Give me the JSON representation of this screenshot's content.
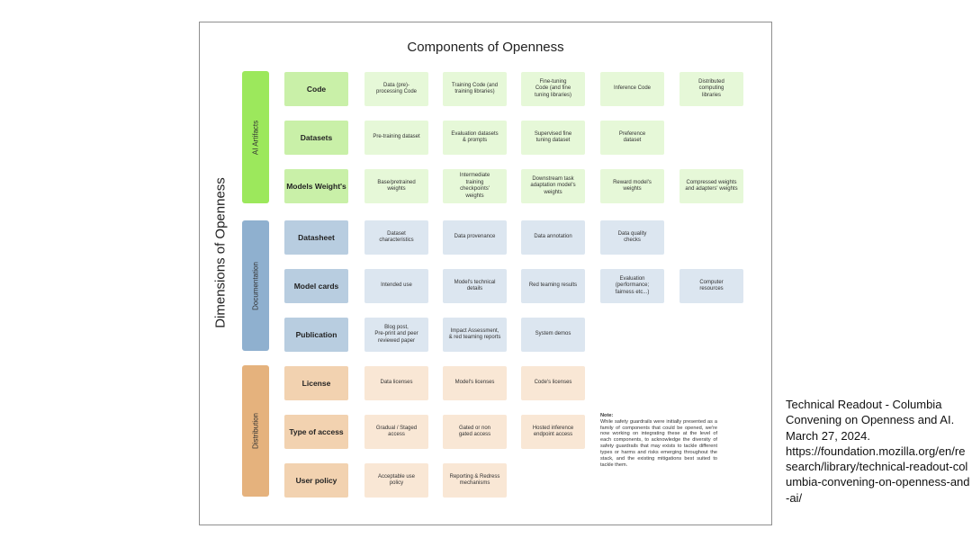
{
  "title": "Components of Openness",
  "y_axis_title": "Dimensions of Openness",
  "groups": [
    {
      "label": "AI Artifacts",
      "color": "#9ce85c",
      "rows": [
        {
          "category": "Code",
          "cells": [
            "Data (pre)-\nprocessing Code",
            "Training Code (and\ntraining libraries)",
            "Fine-tuning\nCode (and fine\ntuning libraries)",
            "Inference Code",
            "Distributed\ncomputing\nlibraries"
          ]
        },
        {
          "category": "Datasets",
          "cells": [
            "Pre-training dataset",
            "Evaluation datasets\n& prompts",
            "Supervised fine\ntuning dataset",
            "Preference\ndataset",
            ""
          ]
        },
        {
          "category": "Models Weight's",
          "cells": [
            "Base/pretrained\nweights",
            "Intermediate\ntraining\ncheckpoints'\nweights",
            "Downstream task\nadaptation model's\nweights",
            "Reward model's\nweights",
            "Compressed weights\nand adapters' weights"
          ]
        }
      ]
    },
    {
      "label": "Documentation",
      "color": "#8fb0cf",
      "rows": [
        {
          "category": "Datasheet",
          "cells": [
            "Dataset\ncharacteristics",
            "Data provenance",
            "Data annotation",
            "Data quality\nchecks",
            ""
          ]
        },
        {
          "category": "Model cards",
          "cells": [
            "Intended use",
            "Model's technical\ndetails",
            "Red teaming results",
            "Evaluation\n(performance;\nfairness etc...)",
            "Computer\nresources"
          ]
        },
        {
          "category": "Publication",
          "cells": [
            "Blog post,\nPre-print and peer\nreviewed paper",
            "Impact Assessment,\n& red teaming reports",
            "System demos",
            "",
            ""
          ]
        }
      ]
    },
    {
      "label": "Distribution",
      "color": "#e5b27d",
      "rows": [
        {
          "category": "License",
          "cells": [
            "Data licenses",
            "Model's licenses",
            "Code's licenses",
            "",
            ""
          ]
        },
        {
          "category": "Type of access",
          "cells": [
            "Gradual / Staged\naccess",
            "Gated or non\ngated access",
            "Hosted inference\nendpoint access",
            "",
            ""
          ]
        },
        {
          "category": "User policy",
          "cells": [
            "Acceptable use\npolicy",
            "Reporting & Redress\nmechanisms",
            "",
            "",
            ""
          ]
        }
      ]
    }
  ],
  "note": {
    "heading": "Note:",
    "text": "While safety guardrails were initially presented as a family of components that could be opened, we're now working on integrating these at the level of each components, to acknowledge the diversity of safety guardrails that may exists to tackle different types or harms and risks emerging throughout the stack, and the existing mitigations best suited to tackle them."
  },
  "citation": {
    "line1": "Technical Readout - Columbia Convening on Openness and AI.",
    "line2": "March 27, 2024.",
    "url": "https://foundation.mozilla.org/en/research/library/technical-readout-columbia-convening-on-openness-and-ai/"
  }
}
